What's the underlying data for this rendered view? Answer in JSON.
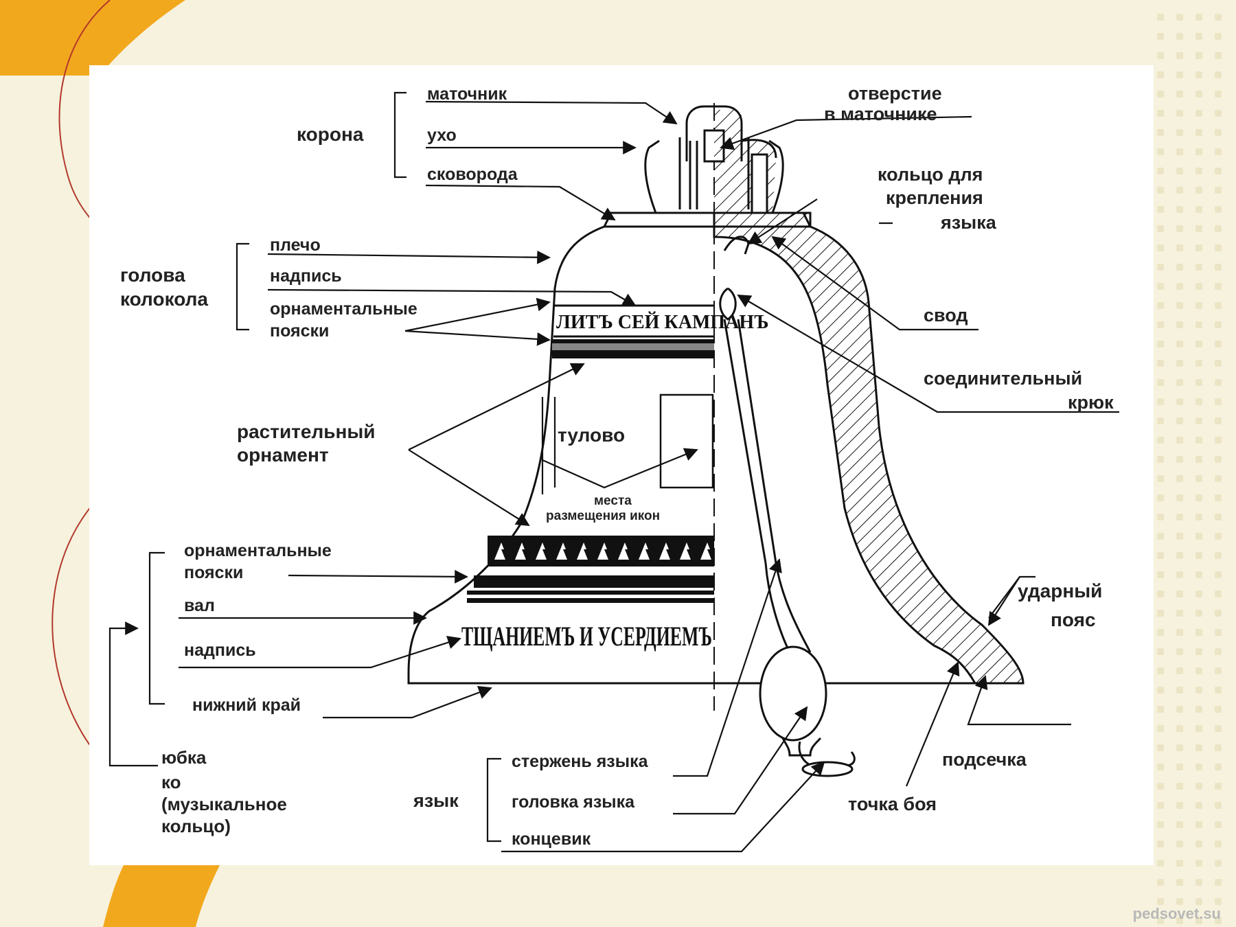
{
  "colors": {
    "background": "#f6f2dd",
    "accent_orange": "#f2a81d",
    "accent_red": "#b4372c",
    "panel": "#ffffff",
    "ink": "#111111"
  },
  "labels": {
    "korona": "корона",
    "matochnik": "маточник",
    "ukho": "ухо",
    "skovoroda": "сковорода",
    "otverstie_1": "отверстие",
    "otverstie_2": "в маточнике",
    "koltso_1": "кольцо для",
    "koltso_2": "крепления",
    "koltso_3": "языка",
    "golova_1": "голова",
    "golova_2": "колокола",
    "plecho": "плечо",
    "nadpis_top": "надпись",
    "ornament_top_1": "орнаментальные",
    "ornament_top_2": "пояски",
    "svod": "свод",
    "soedin_1": "соединительный",
    "soedin_2": "крюк",
    "rastit_1": "растительный",
    "rastit_2": "орнамент",
    "tulovo": "тулово",
    "mesta_1": "места",
    "mesta_2": "размещения икон",
    "ornament_low_1": "орнаментальные",
    "ornament_low_2": "пояски",
    "val": "вал",
    "nadpis_low": "надпись",
    "nizhny_krai": "нижний край",
    "yubka_1": "юбка",
    "yubka_2": "ко",
    "yubka_3": "(музыкальное",
    "yubka_4": "кольцо)",
    "yazyk": "язык",
    "sterzhen": "стержень языка",
    "golovka": "головка языка",
    "kontsevik": "концевик",
    "udarny_1": "ударный",
    "udarny_2": "пояс",
    "podsechka": "подсечка",
    "tochka": "точка боя"
  },
  "bell_inscriptions": {
    "upper": "ЛИТЪ СЕЙ КАМПАНЪ",
    "lower": "ТЩАНИЕМЪ И УСЕРДИЕМЪ"
  },
  "watermark": "pedsovet.su"
}
